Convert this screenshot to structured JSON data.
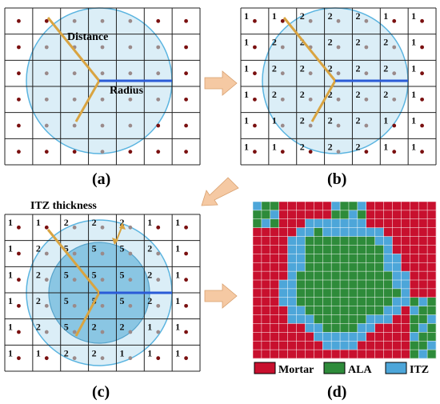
{
  "panels": {
    "a": {
      "caption": "(a)",
      "label_distance": "Distance",
      "label_radius": "Radius"
    },
    "b": {
      "caption": "(b)"
    },
    "c": {
      "caption": "(c)",
      "label_itz": "ITZ thickness"
    },
    "d": {
      "caption": "(d)"
    }
  },
  "grid_b": [
    [
      1,
      1,
      2,
      2,
      2,
      1,
      1
    ],
    [
      1,
      2,
      2,
      2,
      2,
      2,
      1
    ],
    [
      1,
      2,
      2,
      2,
      2,
      2,
      1
    ],
    [
      1,
      2,
      2,
      2,
      2,
      2,
      1
    ],
    [
      1,
      1,
      2,
      2,
      2,
      1,
      1
    ],
    [
      1,
      1,
      2,
      2,
      2,
      1,
      1
    ]
  ],
  "grid_c": [
    [
      1,
      1,
      2,
      2,
      2,
      1,
      1
    ],
    [
      1,
      2,
      5,
      5,
      5,
      2,
      1
    ],
    [
      1,
      2,
      5,
      5,
      5,
      2,
      1
    ],
    [
      1,
      2,
      5,
      5,
      5,
      2,
      1
    ],
    [
      1,
      2,
      5,
      2,
      2,
      1,
      1
    ],
    [
      1,
      1,
      2,
      2,
      1,
      1,
      1
    ]
  ],
  "legend": [
    {
      "label": "Mortar",
      "color": "#c8102e"
    },
    {
      "label": "ALA",
      "color": "#2e8b3a"
    },
    {
      "label": "ITZ",
      "color": "#4da6d9"
    }
  ],
  "colors": {
    "circle_fill": "#dbeef7",
    "circle_stroke": "#5ab4e0",
    "inner_fill": "#7cc0e0",
    "radius_line": "#2a5bd7",
    "distance_line": "#d9a441",
    "arrow": "#f5c9a3",
    "dot_dark": "#7a1010",
    "dot_light": "#9a8a8a"
  }
}
